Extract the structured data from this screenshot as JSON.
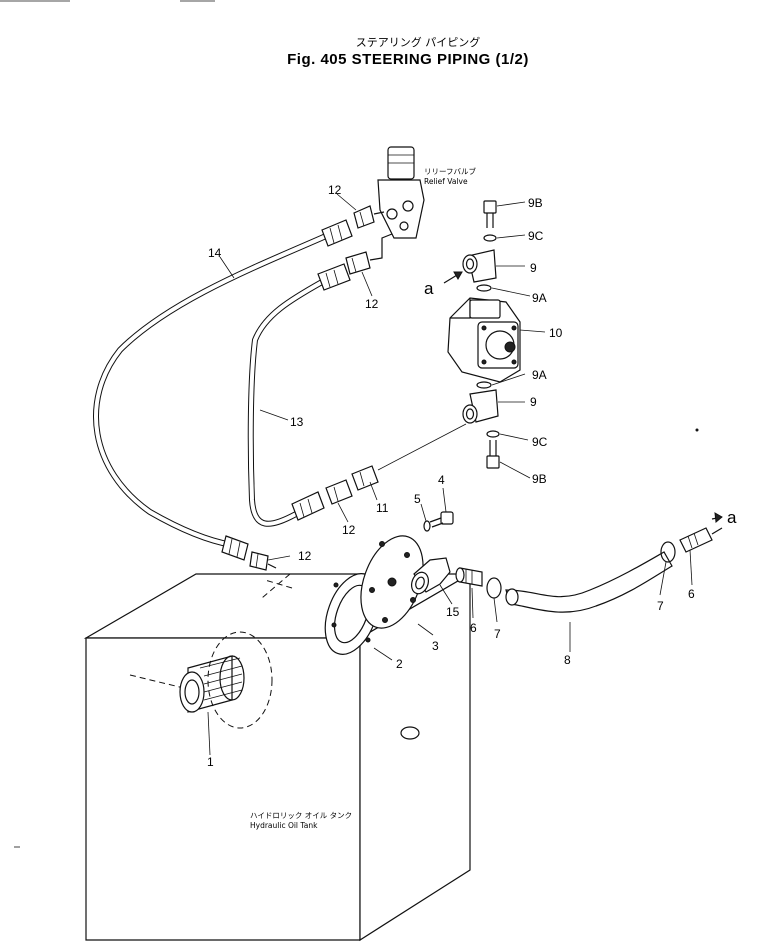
{
  "title": {
    "japanese": "ステアリング パイピング",
    "english": "Fig. 405  STEERING  PIPING  (1/2)"
  },
  "labels": {
    "relief_valve_jp": "リリーフバルブ",
    "relief_valve_en": "Relief Valve",
    "tank_jp": "ハイドロリック オイル タンク",
    "tank_en": "Hydraulic Oil Tank"
  },
  "callouts": {
    "c1": "1",
    "c2": "2",
    "c3": "3",
    "c4": "4",
    "c5": "5",
    "c6a": "6",
    "c6b": "6",
    "c7a": "7",
    "c7b": "7",
    "c8": "8",
    "c9a": "9",
    "c9b": "9",
    "c9A_top": "9A",
    "c9A_bot": "9A",
    "c9B_top": "9B",
    "c9B_bot": "9B",
    "c9C_top": "9C",
    "c9C_bot": "9C",
    "c10": "10",
    "c11": "11",
    "c12a": "12",
    "c12b": "12",
    "c12c": "12",
    "c12d": "12",
    "c13": "13",
    "c14": "14",
    "c15": "15",
    "a_left": "a",
    "a_right": "a"
  }
}
